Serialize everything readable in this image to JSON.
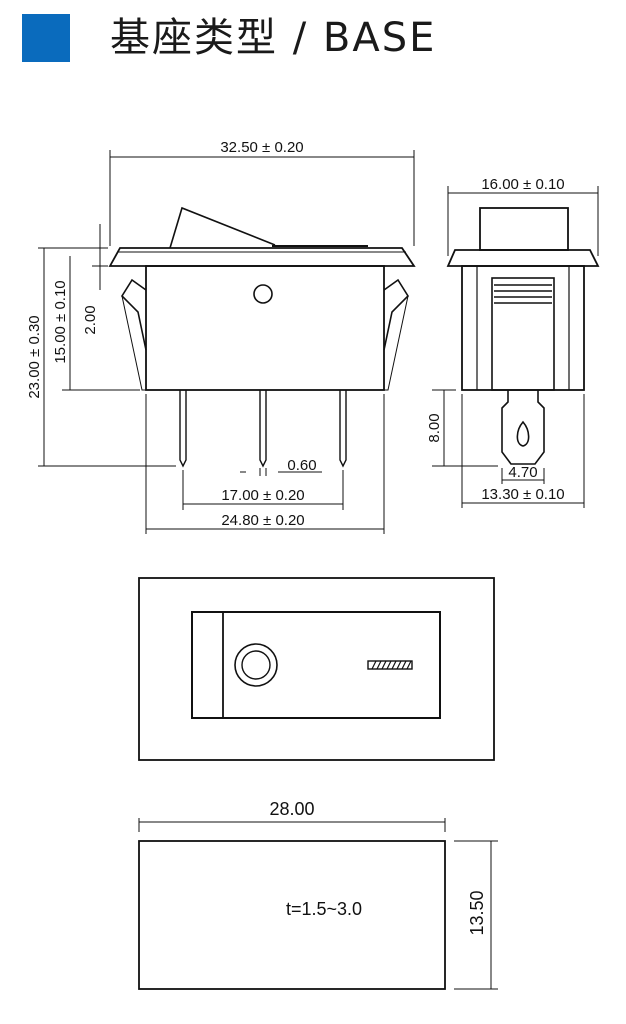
{
  "header": {
    "title": "基座类型 / BASE",
    "accent": "#0a6bbd"
  },
  "front_view": {
    "width_overall": "32.50 ± 0.20",
    "height_overall": "23.00 ± 0.30",
    "height_body": "15.00 ± 0.10",
    "flange": "2.00",
    "pin_width": "0.60",
    "pin_pitch": "17.00 ± 0.20",
    "body_width": "24.80 ± 0.20"
  },
  "side_view": {
    "top_width": "16.00 ± 0.10",
    "terminal_length": "8.00",
    "terminal_width": "4.70",
    "body_depth": "13.30 ± 0.10"
  },
  "panel_cutout": {
    "width": "28.00",
    "height": "13.50",
    "thickness": "t=1.5~3.0"
  }
}
